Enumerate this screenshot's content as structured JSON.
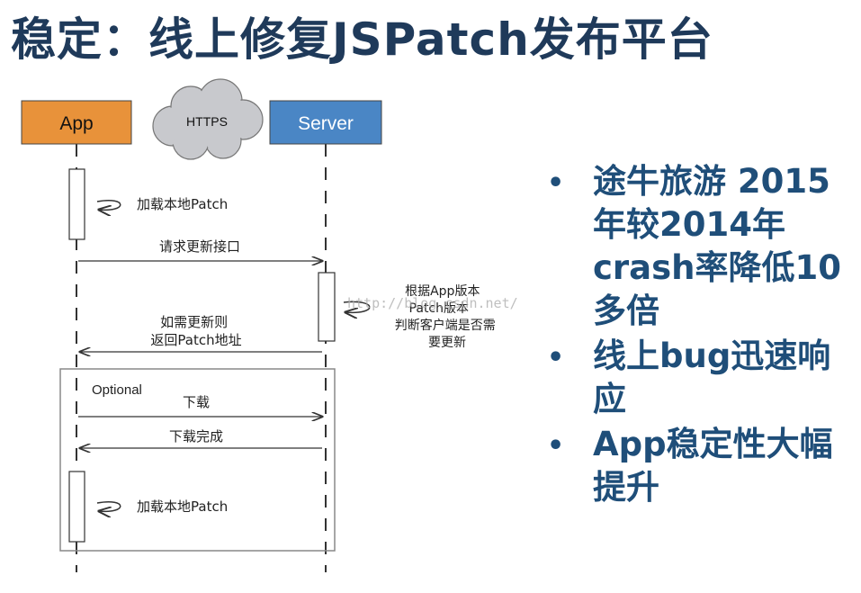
{
  "title": "稳定：线上修复JSPatch发布平台",
  "diagram": {
    "participants": {
      "app": "App",
      "https": "HTTPS",
      "server": "Server"
    },
    "messages": {
      "load_local_patch_1": "加载本地Patch",
      "request_update_api": "请求更新接口",
      "server_check_lines": [
        "根据App版本",
        "Patch版本",
        "判断客户端是否需",
        "要更新"
      ],
      "return_address_lines": [
        "如需更新则",
        "返回Patch地址"
      ],
      "optional_label": "Optional",
      "download": "下载",
      "download_complete": "下载完成",
      "load_local_patch_2": "加载本地Patch"
    },
    "watermark": "http://blog.csdn.net/",
    "colors": {
      "app_box": "#e8923a",
      "server_box": "#4a86c5",
      "cloud": "#c8c9cd",
      "line": "#333333"
    }
  },
  "bullets": [
    "途牛旅游 2015年较2014年crash率降低10多倍",
    "线上bug迅速响应",
    "App稳定性大幅提升"
  ],
  "bullet_symbol": "•",
  "colors": {
    "title": "#1f3a5a",
    "bullet_text": "#1f4e79"
  }
}
